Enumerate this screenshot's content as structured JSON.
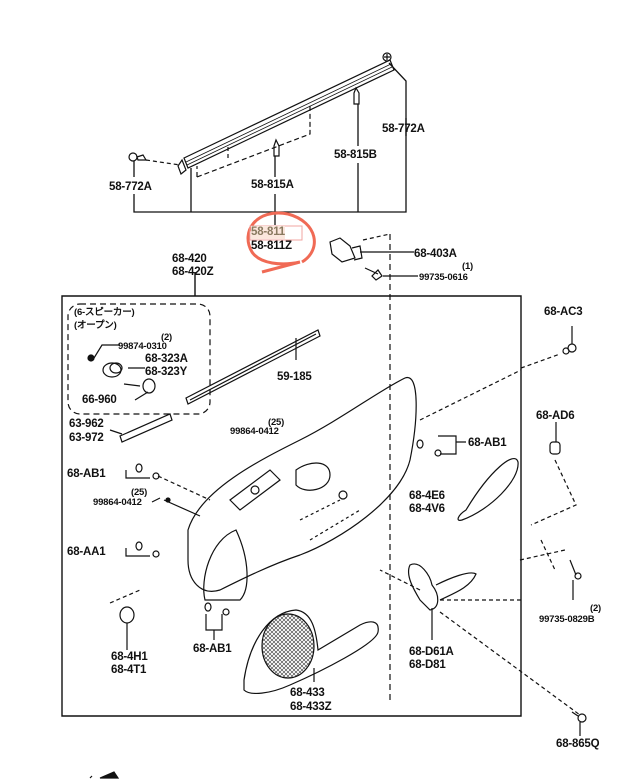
{
  "diagram": {
    "type": "exploded-parts-diagram",
    "highlight_color": "#f06a55",
    "labels": {
      "mold_clip_left": "58-772A",
      "mold_clip_right": "58-772A",
      "fastener_a": "58-815A",
      "fastener_b": "58-815B",
      "weatherstrip": "58-811",
      "weatherstrip_alt": "58-811Z",
      "trim_panel": "68-420",
      "trim_panel_alt": "68-420Z",
      "bracket": "68-403A",
      "screw_top_qty": "(1)",
      "screw_top": "99735-0616",
      "speaker_note_line1": "(6-スピーカー)",
      "speaker_note_line2": "(オープン)",
      "speaker_screw_qty": "(2)",
      "speaker_screw": "99874-0310",
      "speaker": "68-323A",
      "speaker_alt": "68-323Y",
      "bulb": "66-960",
      "strip": "63-962",
      "strip_alt": "63-972",
      "belt_mold": "59-185",
      "screw_mid_qty": "(25)",
      "screw_mid": "99864-0412",
      "clip_ab1_left": "68-AB1",
      "screw_left_qty": "(25)",
      "screw_left": "99864-0412",
      "clip_aa1": "68-AA1",
      "cap": "68-4H1",
      "cap_alt": "68-4T1",
      "clip_ab1_bottom": "68-AB1",
      "grille": "68-433",
      "grille_alt": "68-433Z",
      "clip_ac3": "68-AC3",
      "clip_ab1_right": "68-AB1",
      "clip_ad6": "68-AD6",
      "armrest_pad": "68-4E6",
      "armrest_pad_alt": "68-4V6",
      "screw_right_qty": "(2)",
      "screw_right": "99735-0829B",
      "handle": "68-D61A",
      "handle_alt": "68-D81",
      "fastener_bottom": "68-865Q"
    }
  }
}
